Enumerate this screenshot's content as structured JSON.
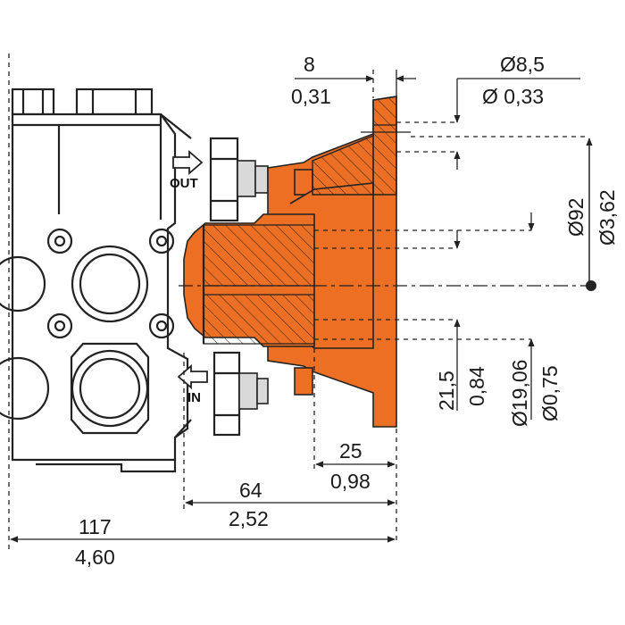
{
  "colors": {
    "flange": "#ec6f23",
    "line": "#222222",
    "fitting_grey": "#d9d9d9"
  },
  "port_labels": {
    "out": "OUT",
    "in": "IN"
  },
  "dimensions": {
    "flange_thickness": {
      "mm": "8",
      "inch": "0,31"
    },
    "bolt_hole": {
      "mm": "Ø8,5",
      "inch": "Ø 0,33"
    },
    "bolt_circle": {
      "mm": "Ø92",
      "inch": "Ø3,62"
    },
    "shaft_key": {
      "mm": "21,5",
      "inch": "0,84"
    },
    "shaft_diameter": {
      "mm": "Ø19,06",
      "inch": "Ø0,75"
    },
    "shaft_length": {
      "mm": "25",
      "inch": "0,98"
    },
    "pump_to_flange": {
      "mm": "64",
      "inch": "2,52"
    },
    "overall_length": {
      "mm": "117",
      "inch": "4,60"
    }
  }
}
